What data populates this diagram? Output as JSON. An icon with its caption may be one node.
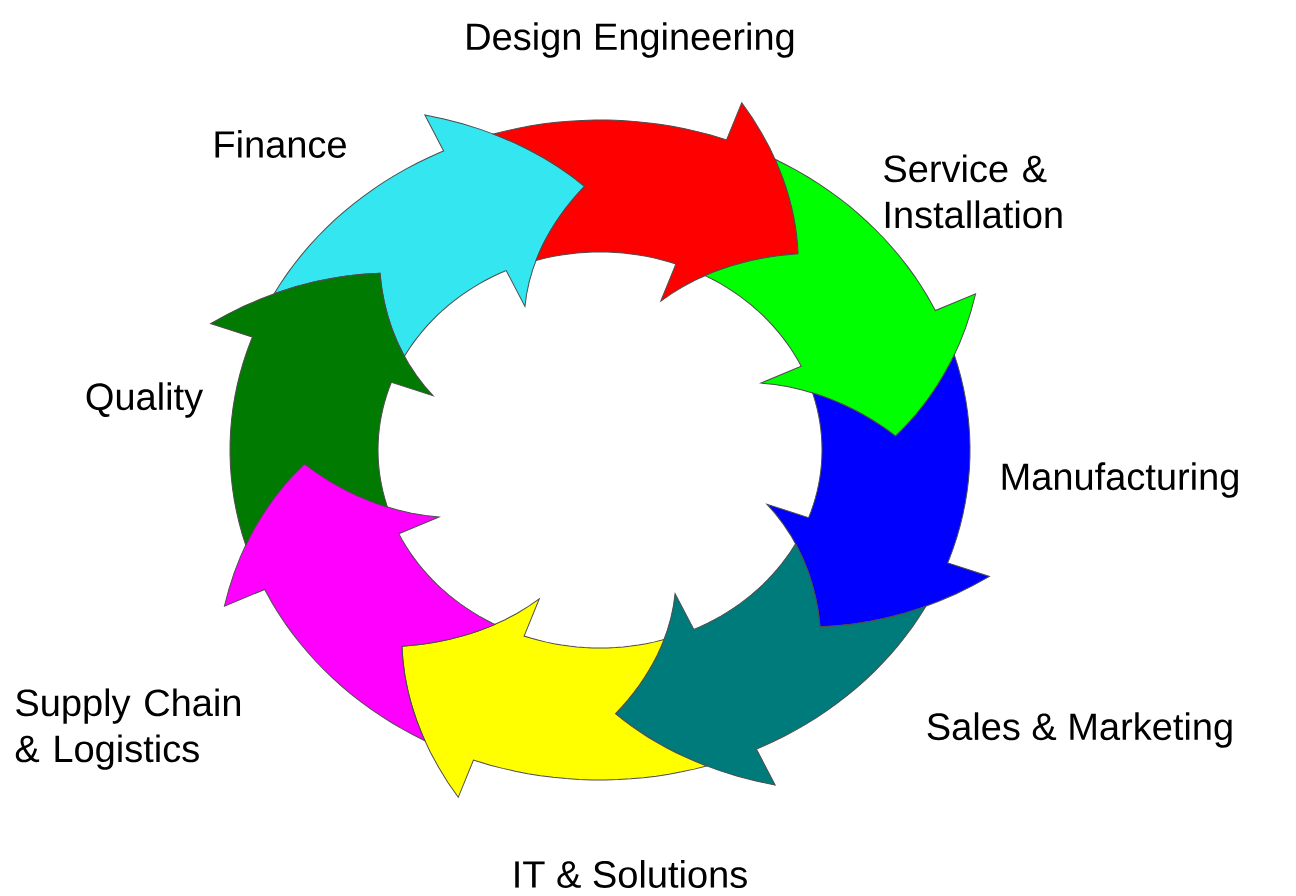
{
  "diagram": {
    "nodes": [
      {
        "text": [],
        "shape": "arrow",
        "beside": [
          "Finance"
        ]
      },
      {
        "text": [],
        "shape": "arrow",
        "beside": [
          "Design Engineering"
        ]
      },
      {
        "text": [],
        "shape": "arrow",
        "beside": [
          "Service & Installation"
        ]
      },
      {
        "text": [],
        "shape": "arrow",
        "beside": [
          "Manufacturing"
        ]
      },
      {
        "text": [],
        "shape": "arrow",
        "beside": [
          "Sales & Marketing"
        ]
      },
      {
        "text": [],
        "shape": "arrow",
        "beside": [
          "IT & Solutions"
        ]
      },
      {
        "text": [],
        "shape": "arrow",
        "beside": [
          "Supply Chain & Logistics"
        ]
      },
      {
        "text": [],
        "shape": "arrow",
        "beside": [
          "Quality"
        ]
      }
    ]
  }
}
